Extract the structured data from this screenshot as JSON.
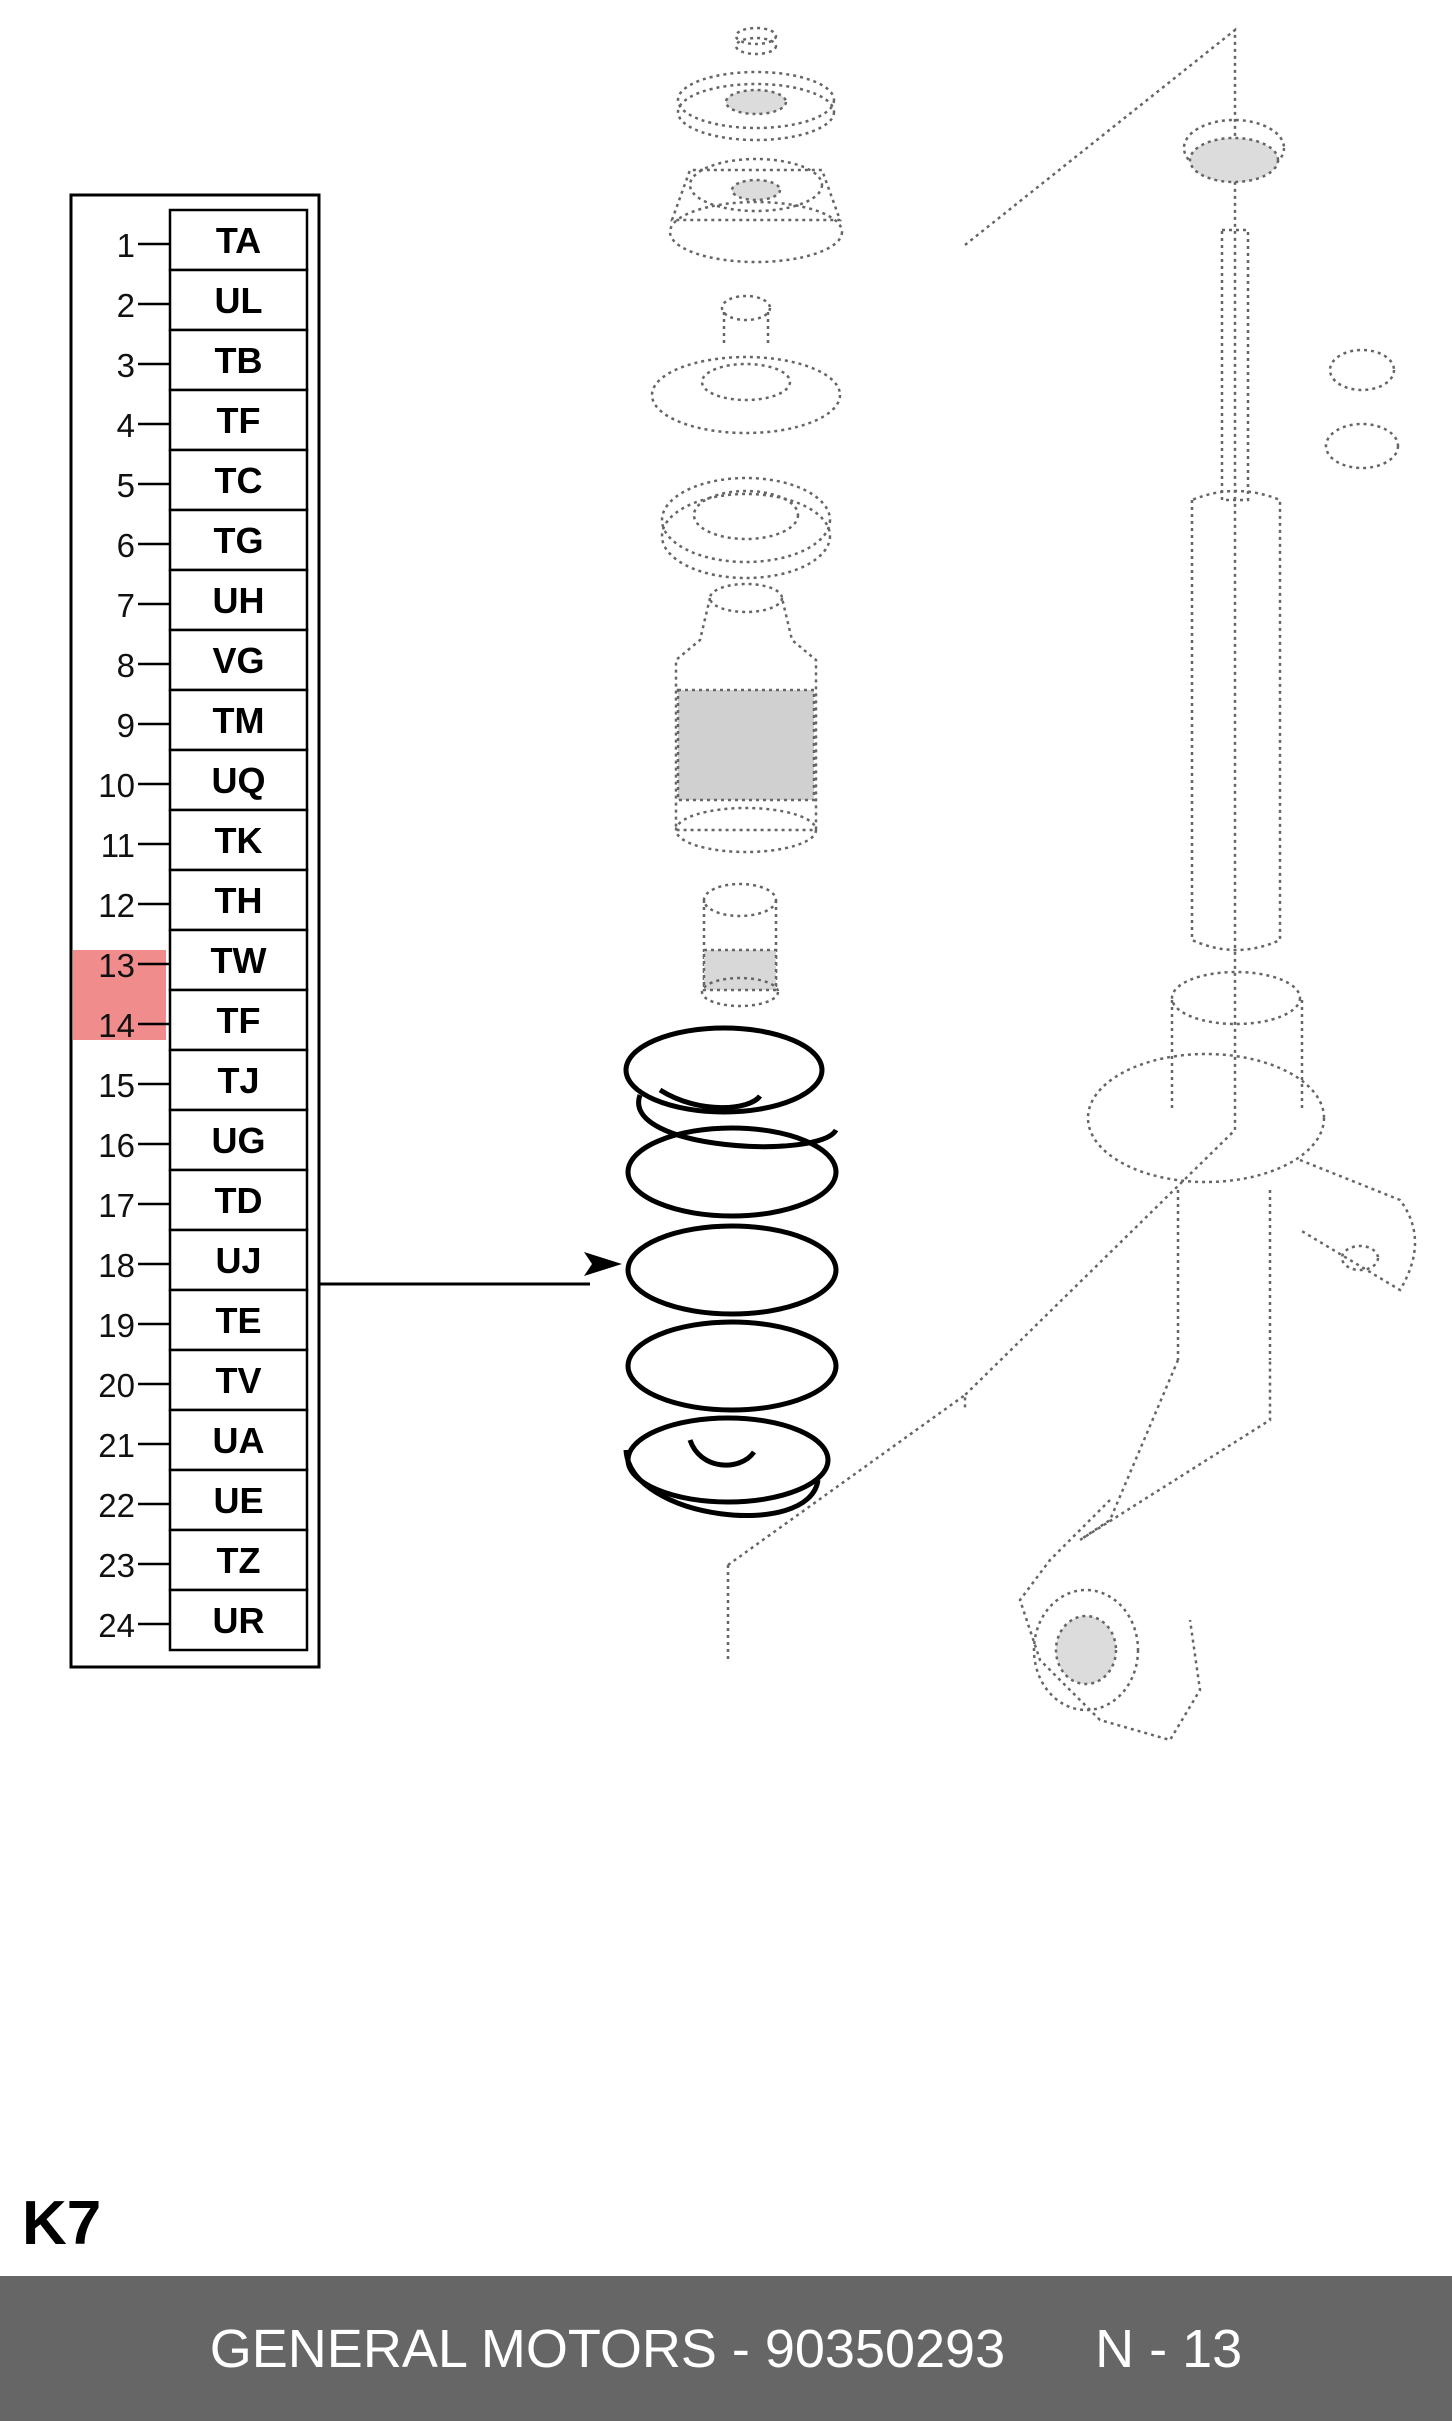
{
  "rows": [
    {
      "num": "1",
      "code": "TA"
    },
    {
      "num": "2",
      "code": "UL"
    },
    {
      "num": "3",
      "code": "TB"
    },
    {
      "num": "4",
      "code": "TF"
    },
    {
      "num": "5",
      "code": "TC"
    },
    {
      "num": "6",
      "code": "TG"
    },
    {
      "num": "7",
      "code": "UH"
    },
    {
      "num": "8",
      "code": "VG"
    },
    {
      "num": "9",
      "code": "TM"
    },
    {
      "num": "10",
      "code": "UQ"
    },
    {
      "num": "11",
      "code": "TK"
    },
    {
      "num": "12",
      "code": "TH"
    },
    {
      "num": "13",
      "code": "TW"
    },
    {
      "num": "14",
      "code": "TF"
    },
    {
      "num": "15",
      "code": "TJ"
    },
    {
      "num": "16",
      "code": "UG"
    },
    {
      "num": "17",
      "code": "TD"
    },
    {
      "num": "18",
      "code": "UJ"
    },
    {
      "num": "19",
      "code": "TE"
    },
    {
      "num": "20",
      "code": "TV"
    },
    {
      "num": "21",
      "code": "UA"
    },
    {
      "num": "22",
      "code": "UE"
    },
    {
      "num": "23",
      "code": "TZ"
    },
    {
      "num": "24",
      "code": "UR"
    }
  ],
  "highlighted_row": 13,
  "highlight_color": "#f08080",
  "arrow_from_row": 18,
  "section_label": "K7",
  "footer": {
    "text": "GENERAL MOTORS - 90350293      N - 13",
    "background": "#666666",
    "color": "#ffffff"
  }
}
